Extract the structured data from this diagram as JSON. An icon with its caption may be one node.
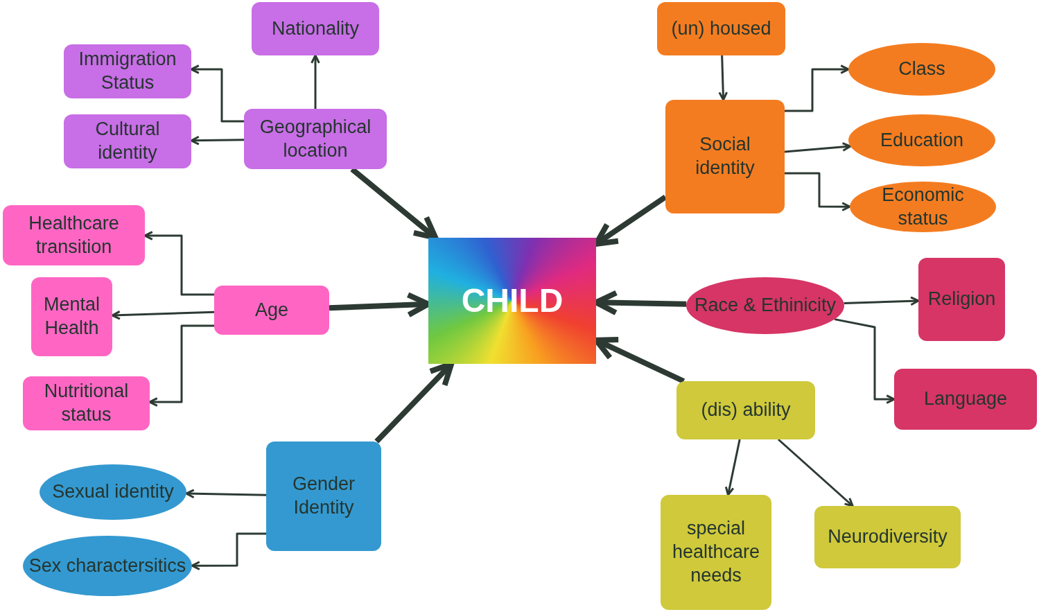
{
  "diagram": {
    "nodes": [
      {
        "text": [
          "Nationality"
        ]
      },
      {
        "text": [
          "Immigration Status"
        ]
      },
      {
        "text": [
          "Cultural identity"
        ]
      },
      {
        "text": [
          "Geographical location"
        ]
      },
      {
        "text": [
          "(un) housed"
        ]
      },
      {
        "text": [
          "Class"
        ]
      },
      {
        "text": [
          "Social identity"
        ]
      },
      {
        "text": [
          "Education"
        ]
      },
      {
        "text": [
          "Economic status"
        ]
      },
      {
        "text": [
          "Healthcare transition"
        ]
      },
      {
        "text": [
          "CHILD"
        ]
      },
      {
        "text": [
          "Mental Health"
        ]
      },
      {
        "text": [
          "Age"
        ]
      },
      {
        "text": [
          "Race & Ethinicity"
        ]
      },
      {
        "text": [
          "Religion"
        ]
      },
      {
        "text": [
          "Nutritional status"
        ]
      },
      {
        "text": [
          "Language"
        ]
      },
      {
        "text": [
          "(dis) ability"
        ]
      },
      {
        "text": [
          "Gender Identity"
        ]
      },
      {
        "text": [
          "Sexual identity"
        ]
      },
      {
        "text": [
          "Sex charactersitics"
        ]
      },
      {
        "text": [
          "special healthcare needs"
        ]
      },
      {
        "text": [
          "Neurodiversity"
        ]
      }
    ],
    "edges": [
      {
        "from": 3,
        "to": 0,
        "arrow": "to"
      },
      {
        "from": 3,
        "to": 1,
        "arrow": "to"
      },
      {
        "from": 3,
        "to": 2,
        "arrow": "to"
      },
      {
        "from": 3,
        "to": 10,
        "arrow": "to",
        "style": "thick"
      },
      {
        "from": 4,
        "to": 6,
        "arrow": "to"
      },
      {
        "from": 6,
        "to": 5,
        "arrow": "to"
      },
      {
        "from": 6,
        "to": 7,
        "arrow": "to"
      },
      {
        "from": 6,
        "to": 8,
        "arrow": "to"
      },
      {
        "from": 6,
        "to": 10,
        "arrow": "to",
        "style": "thick"
      },
      {
        "from": 12,
        "to": 9,
        "arrow": "to"
      },
      {
        "from": 12,
        "to": 11,
        "arrow": "to"
      },
      {
        "from": 12,
        "to": 15,
        "arrow": "to"
      },
      {
        "from": 12,
        "to": 10,
        "arrow": "to",
        "style": "thick"
      },
      {
        "from": 13,
        "to": 10,
        "arrow": "to",
        "style": "thick"
      },
      {
        "from": 13,
        "to": 14,
        "arrow": "to"
      },
      {
        "from": 13,
        "to": 16,
        "arrow": "to"
      },
      {
        "from": 17,
        "to": 10,
        "arrow": "to",
        "style": "thick"
      },
      {
        "from": 17,
        "to": 21,
        "arrow": "to"
      },
      {
        "from": 17,
        "to": 22,
        "arrow": "to"
      },
      {
        "from": 18,
        "to": 10,
        "arrow": "to",
        "style": "thick"
      },
      {
        "from": 18,
        "to": 19,
        "arrow": "to"
      },
      {
        "from": 18,
        "to": 20,
        "arrow": "to"
      }
    ]
  }
}
